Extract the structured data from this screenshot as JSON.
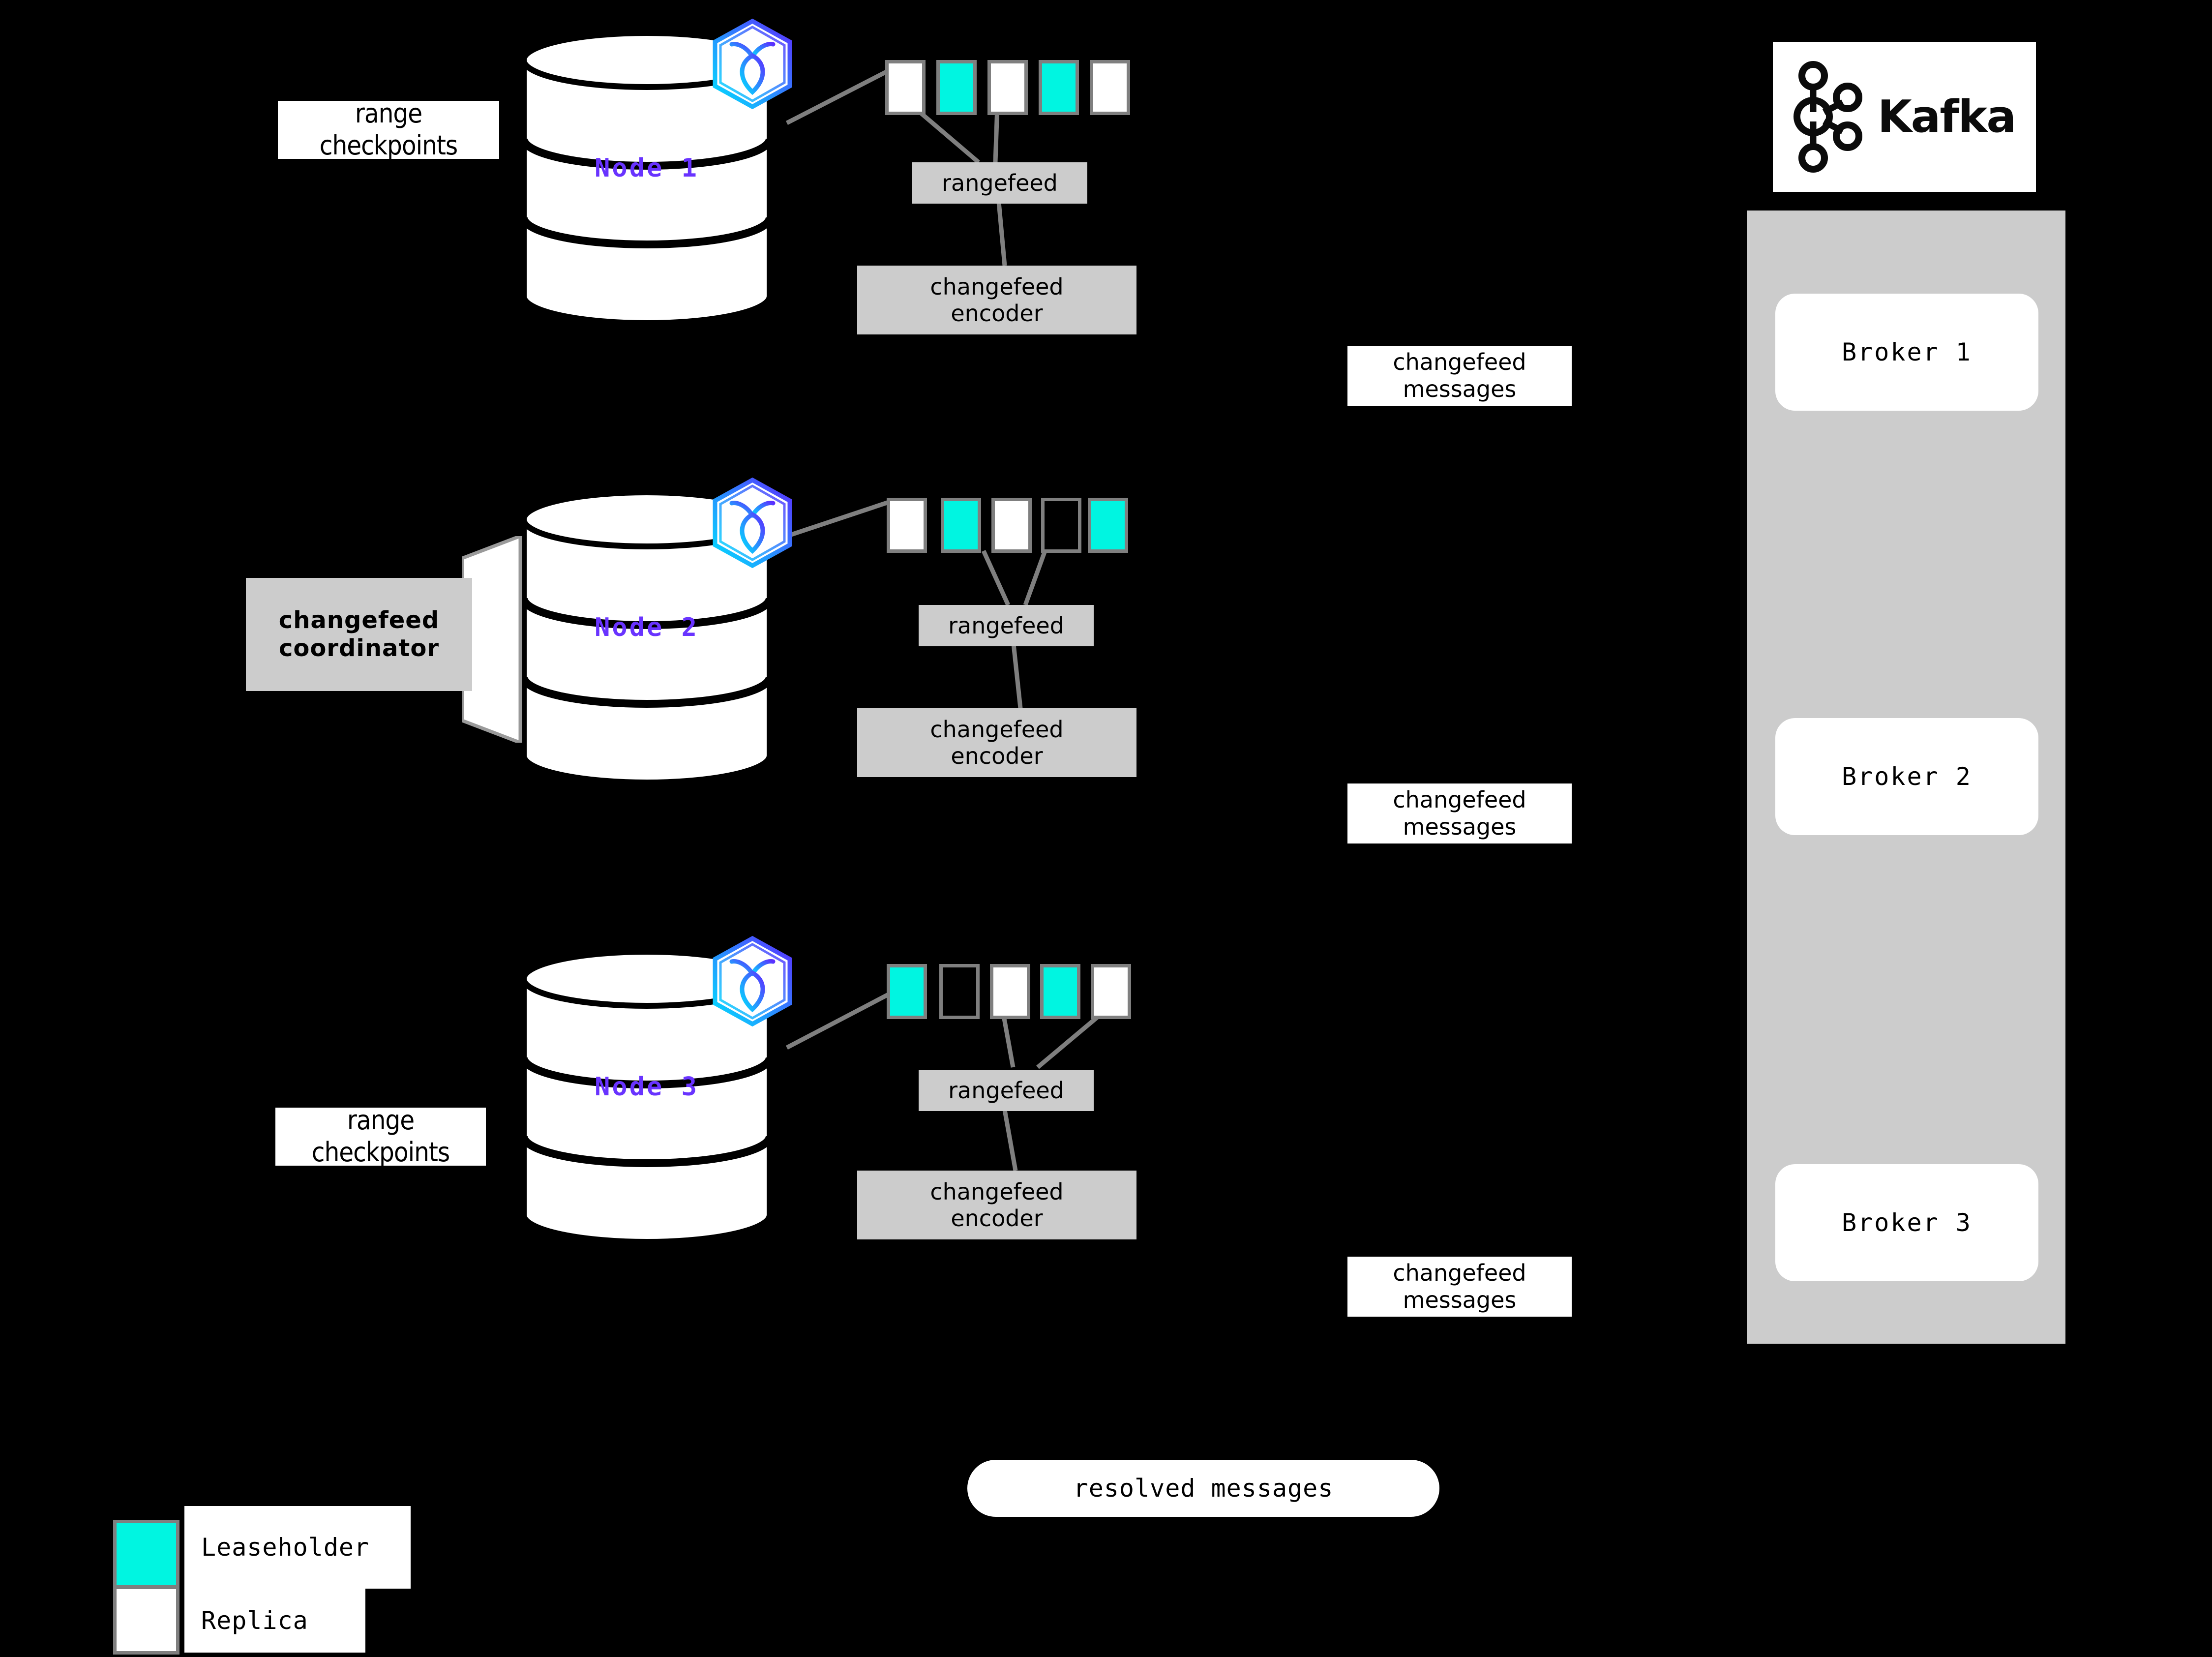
{
  "diagram": {
    "title": "CockroachDB changefeed to Kafka architecture",
    "background_color": "#000000",
    "accent_color": "#6933FF",
    "leaseholder_color": "#00F5E1",
    "replica_color": "#FFFFFF",
    "box_fill_color": "#CCCCCC",
    "connector_color": "#7F7F7F"
  },
  "nodes": [
    {
      "id": "node1",
      "label": "Node 1",
      "logo_name": "cockroachdb-logo",
      "rangefeed_label": "rangefeed",
      "encoder_label": "changefeed encoder",
      "encoder_line1": "changefeed",
      "encoder_line2": "encoder",
      "ranges": [
        "replica",
        "leaseholder",
        "replica",
        "leaseholder",
        "replica"
      ]
    },
    {
      "id": "node2",
      "label": "Node 2",
      "logo_name": "cockroachdb-logo",
      "rangefeed_label": "rangefeed",
      "encoder_label": "changefeed encoder",
      "encoder_line1": "changefeed",
      "encoder_line2": "encoder",
      "ranges": [
        "replica",
        "leaseholder",
        "replica",
        "empty",
        "leaseholder"
      ]
    },
    {
      "id": "node3",
      "label": "Node 3",
      "logo_name": "cockroachdb-logo",
      "rangefeed_label": "rangefeed",
      "encoder_label": "changefeed encoder",
      "encoder_line1": "changefeed",
      "encoder_line2": "encoder",
      "ranges": [
        "leaseholder",
        "empty",
        "replica",
        "leaseholder",
        "replica"
      ]
    }
  ],
  "annotations": {
    "range_checkpoints_top_line1": "range",
    "range_checkpoints_top_line2": "checkpoints",
    "range_checkpoints_bottom_line1": "range",
    "range_checkpoints_bottom_line2": "checkpoints",
    "coordinator_line1": "changefeed",
    "coordinator_line2": "coordinator",
    "changefeed_messages_line1": "changefeed",
    "changefeed_messages_line2": "messages",
    "resolved_messages": "resolved messages"
  },
  "changefeed_messages": [
    {
      "line1": "changefeed",
      "line2": "messages"
    },
    {
      "line1": "changefeed",
      "line2": "messages"
    },
    {
      "line1": "changefeed",
      "line2": "messages"
    }
  ],
  "kafka": {
    "name": "Kafka",
    "logo_name": "kafka-logo",
    "brokers": [
      {
        "label": "Broker 1"
      },
      {
        "label": "Broker 2"
      },
      {
        "label": "Broker 3"
      }
    ]
  },
  "legend": {
    "items": [
      {
        "swatch": "leaseholder",
        "label": "Leaseholder",
        "color": "#00F5E1"
      },
      {
        "swatch": "replica",
        "label": "Replica",
        "color": "#FFFFFF"
      }
    ]
  }
}
